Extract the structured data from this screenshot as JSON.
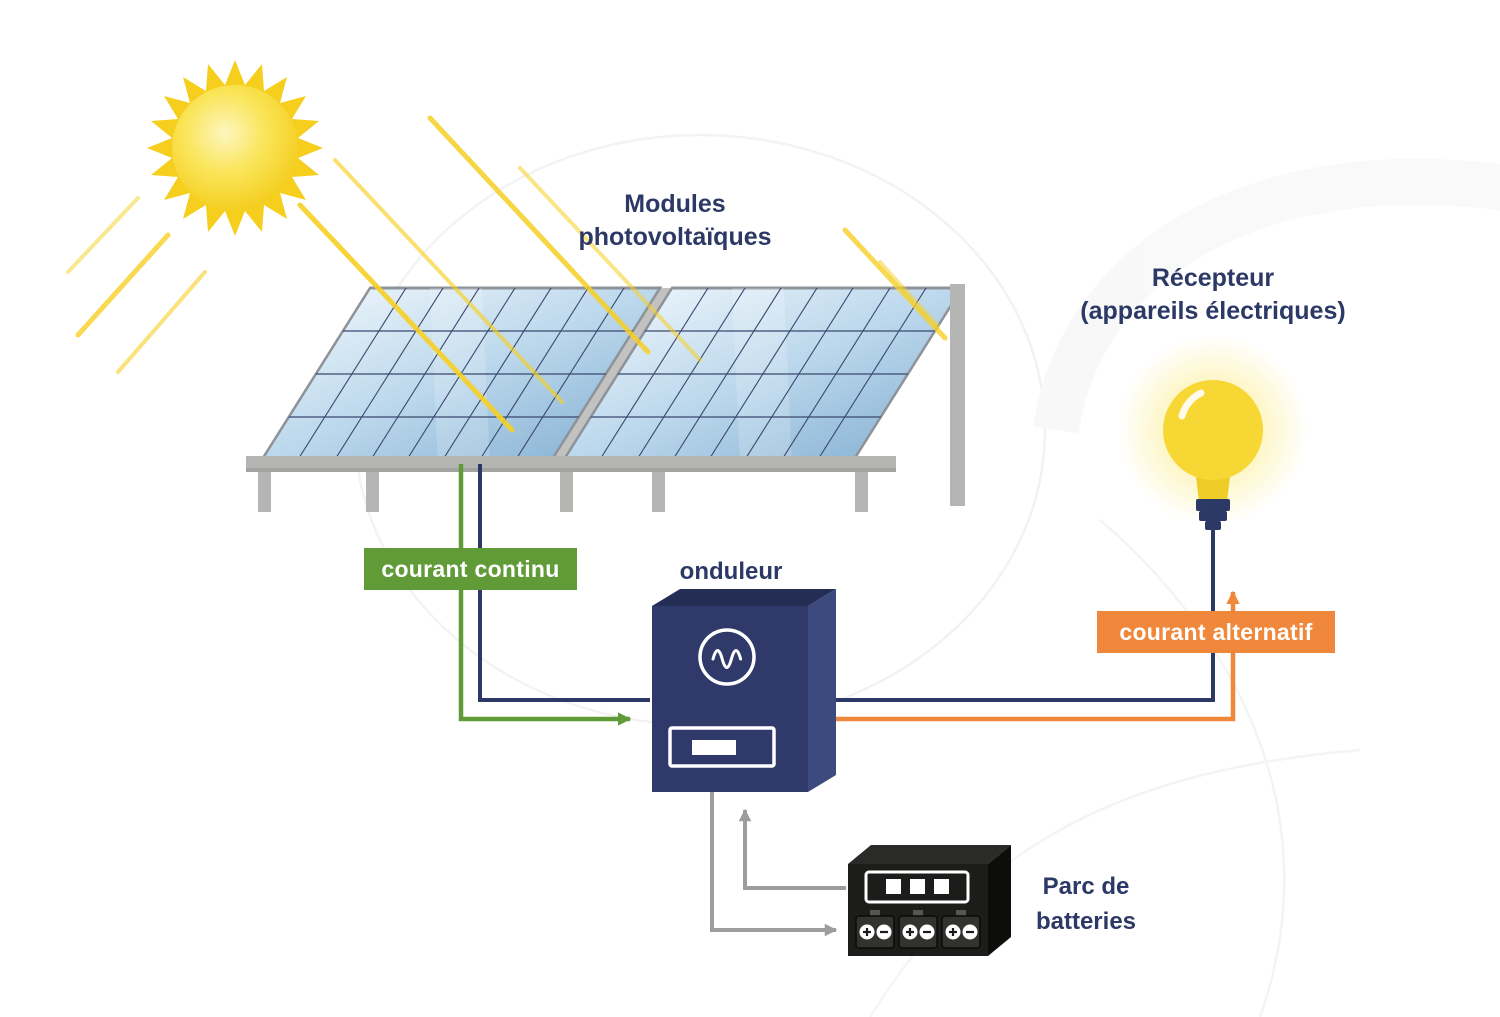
{
  "labels": {
    "modules": {
      "line1": "Modules",
      "line2": "photovoltaïques"
    },
    "recepteur": {
      "line1": "Récepteur",
      "line2": "(appareils électriques)"
    },
    "courant_continu": "courant continu",
    "onduleur": "onduleur",
    "courant_alternatif": "courant alternatif",
    "batteries": {
      "line1": "Parc de",
      "line2": "batteries"
    }
  },
  "colors": {
    "navy": "#2c3966",
    "green": "#609b38",
    "orange": "#f0883b",
    "sun_yellow": "#f6ce1d",
    "bulb_yellow": "#f7d733",
    "panel_blue": "#a9c9e2",
    "frame_gray": "#b5b5b3",
    "wire_gray": "#9d9d9d",
    "battery_black": "#1c1c1a"
  },
  "icons": {
    "sun": "sun-icon",
    "solar_panels": "solar-panel-array",
    "inverter_wave": "sine-wave-icon",
    "lightbulb": "lightbulb-icon",
    "battery": "battery-bank-icon"
  }
}
